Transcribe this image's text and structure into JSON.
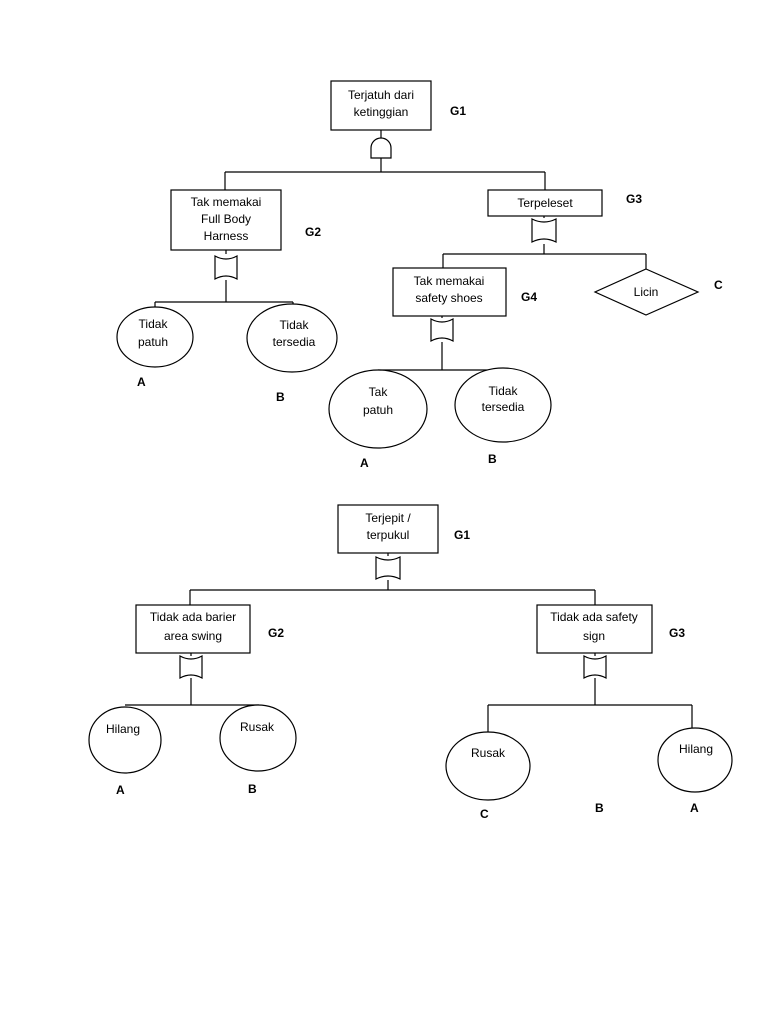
{
  "tree1": {
    "top": {
      "lines": [
        "Terjatuh dari",
        "ketinggian"
      ],
      "gate": "G1"
    },
    "left_event": {
      "lines": [
        "Tak memakai",
        "Full Body",
        "Harness"
      ],
      "gate": "G2"
    },
    "right_event": {
      "lines": [
        "Terpeleset"
      ],
      "gate": "G3"
    },
    "sub_event": {
      "lines": [
        "Tak memakai",
        "safety shoes"
      ],
      "gate": "G4"
    },
    "diamond": {
      "text": "Licin",
      "code": "C"
    },
    "basic": [
      {
        "lines": [
          "Tidak",
          "patuh"
        ],
        "code": "A"
      },
      {
        "lines": [
          "Tidak",
          "tersedia"
        ],
        "code": "B"
      },
      {
        "lines": [
          "Tak",
          "patuh"
        ],
        "code": "A"
      },
      {
        "lines": [
          "Tidak",
          "tersedia"
        ],
        "code": "B"
      }
    ]
  },
  "tree2": {
    "top": {
      "lines": [
        "Terjepit /",
        "terpukul"
      ],
      "gate": "G1"
    },
    "left_event": {
      "lines": [
        "Tidak ada barier",
        "area swing"
      ],
      "gate": "G2"
    },
    "right_event": {
      "lines": [
        "Tidak ada safety",
        "sign"
      ],
      "gate": "G3"
    },
    "basic": [
      {
        "lines": [
          "Hilang"
        ],
        "code": "A"
      },
      {
        "lines": [
          "Rusak"
        ],
        "code": "B"
      },
      {
        "lines": [
          "Rusak"
        ],
        "code": "C"
      },
      {
        "lines": [
          "Hilang"
        ],
        "code": "A"
      }
    ],
    "extra_code": "B"
  }
}
